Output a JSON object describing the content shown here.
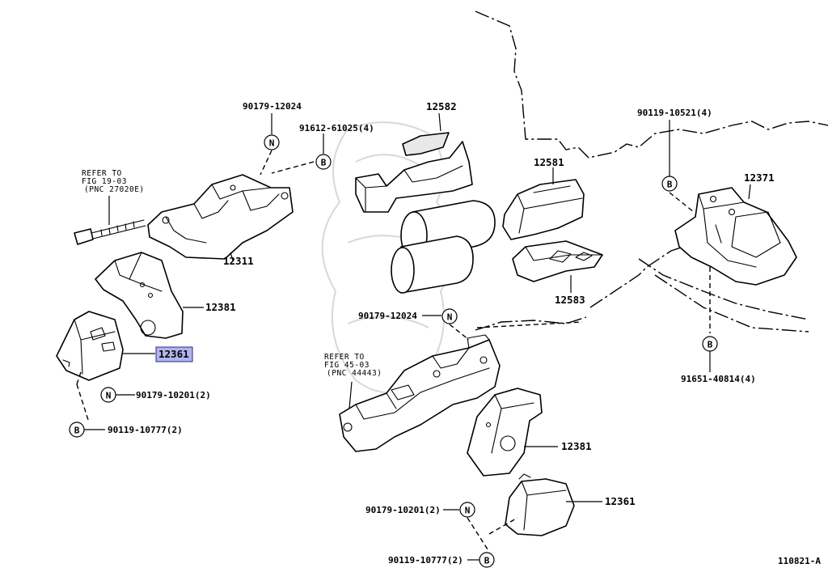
{
  "diagram": {
    "labels": {
      "l_90179_12024_top": "90179-12024",
      "l_91612_61025": "91612-61025(4)",
      "l_refer_19_line1": "REFER TO",
      "l_refer_19_line2": "FIG 19-03",
      "l_refer_19_line3": "(PNC 27020E)",
      "l_12311": "12311",
      "l_12381_left": "12381",
      "l_12361_left": "12361",
      "l_90179_10201_left": "90179-10201(2)",
      "l_90119_10777_left": "90119-10777(2)",
      "l_12582": "12582",
      "l_12581": "12581",
      "l_12583": "12583",
      "l_90179_12024_mid": "90179-12024",
      "l_refer_45_line1": "REFER TO",
      "l_refer_45_line2": "FIG 45-03",
      "l_refer_45_line3": "(PNC 44443)",
      "l_12381_right": "12381",
      "l_12361_right": "12361",
      "l_90179_10201_right": "90179-10201(2)",
      "l_90119_10777_right": "90119-10777(2)",
      "l_90119_10521": "90119-10521(4)",
      "l_12371": "12371",
      "l_91651_40814": "91651-40814(4)",
      "l_figure_code": "110821-A"
    },
    "symbols": {
      "n": "N",
      "b": "B"
    },
    "highlight_color": "#b3b3ec"
  }
}
